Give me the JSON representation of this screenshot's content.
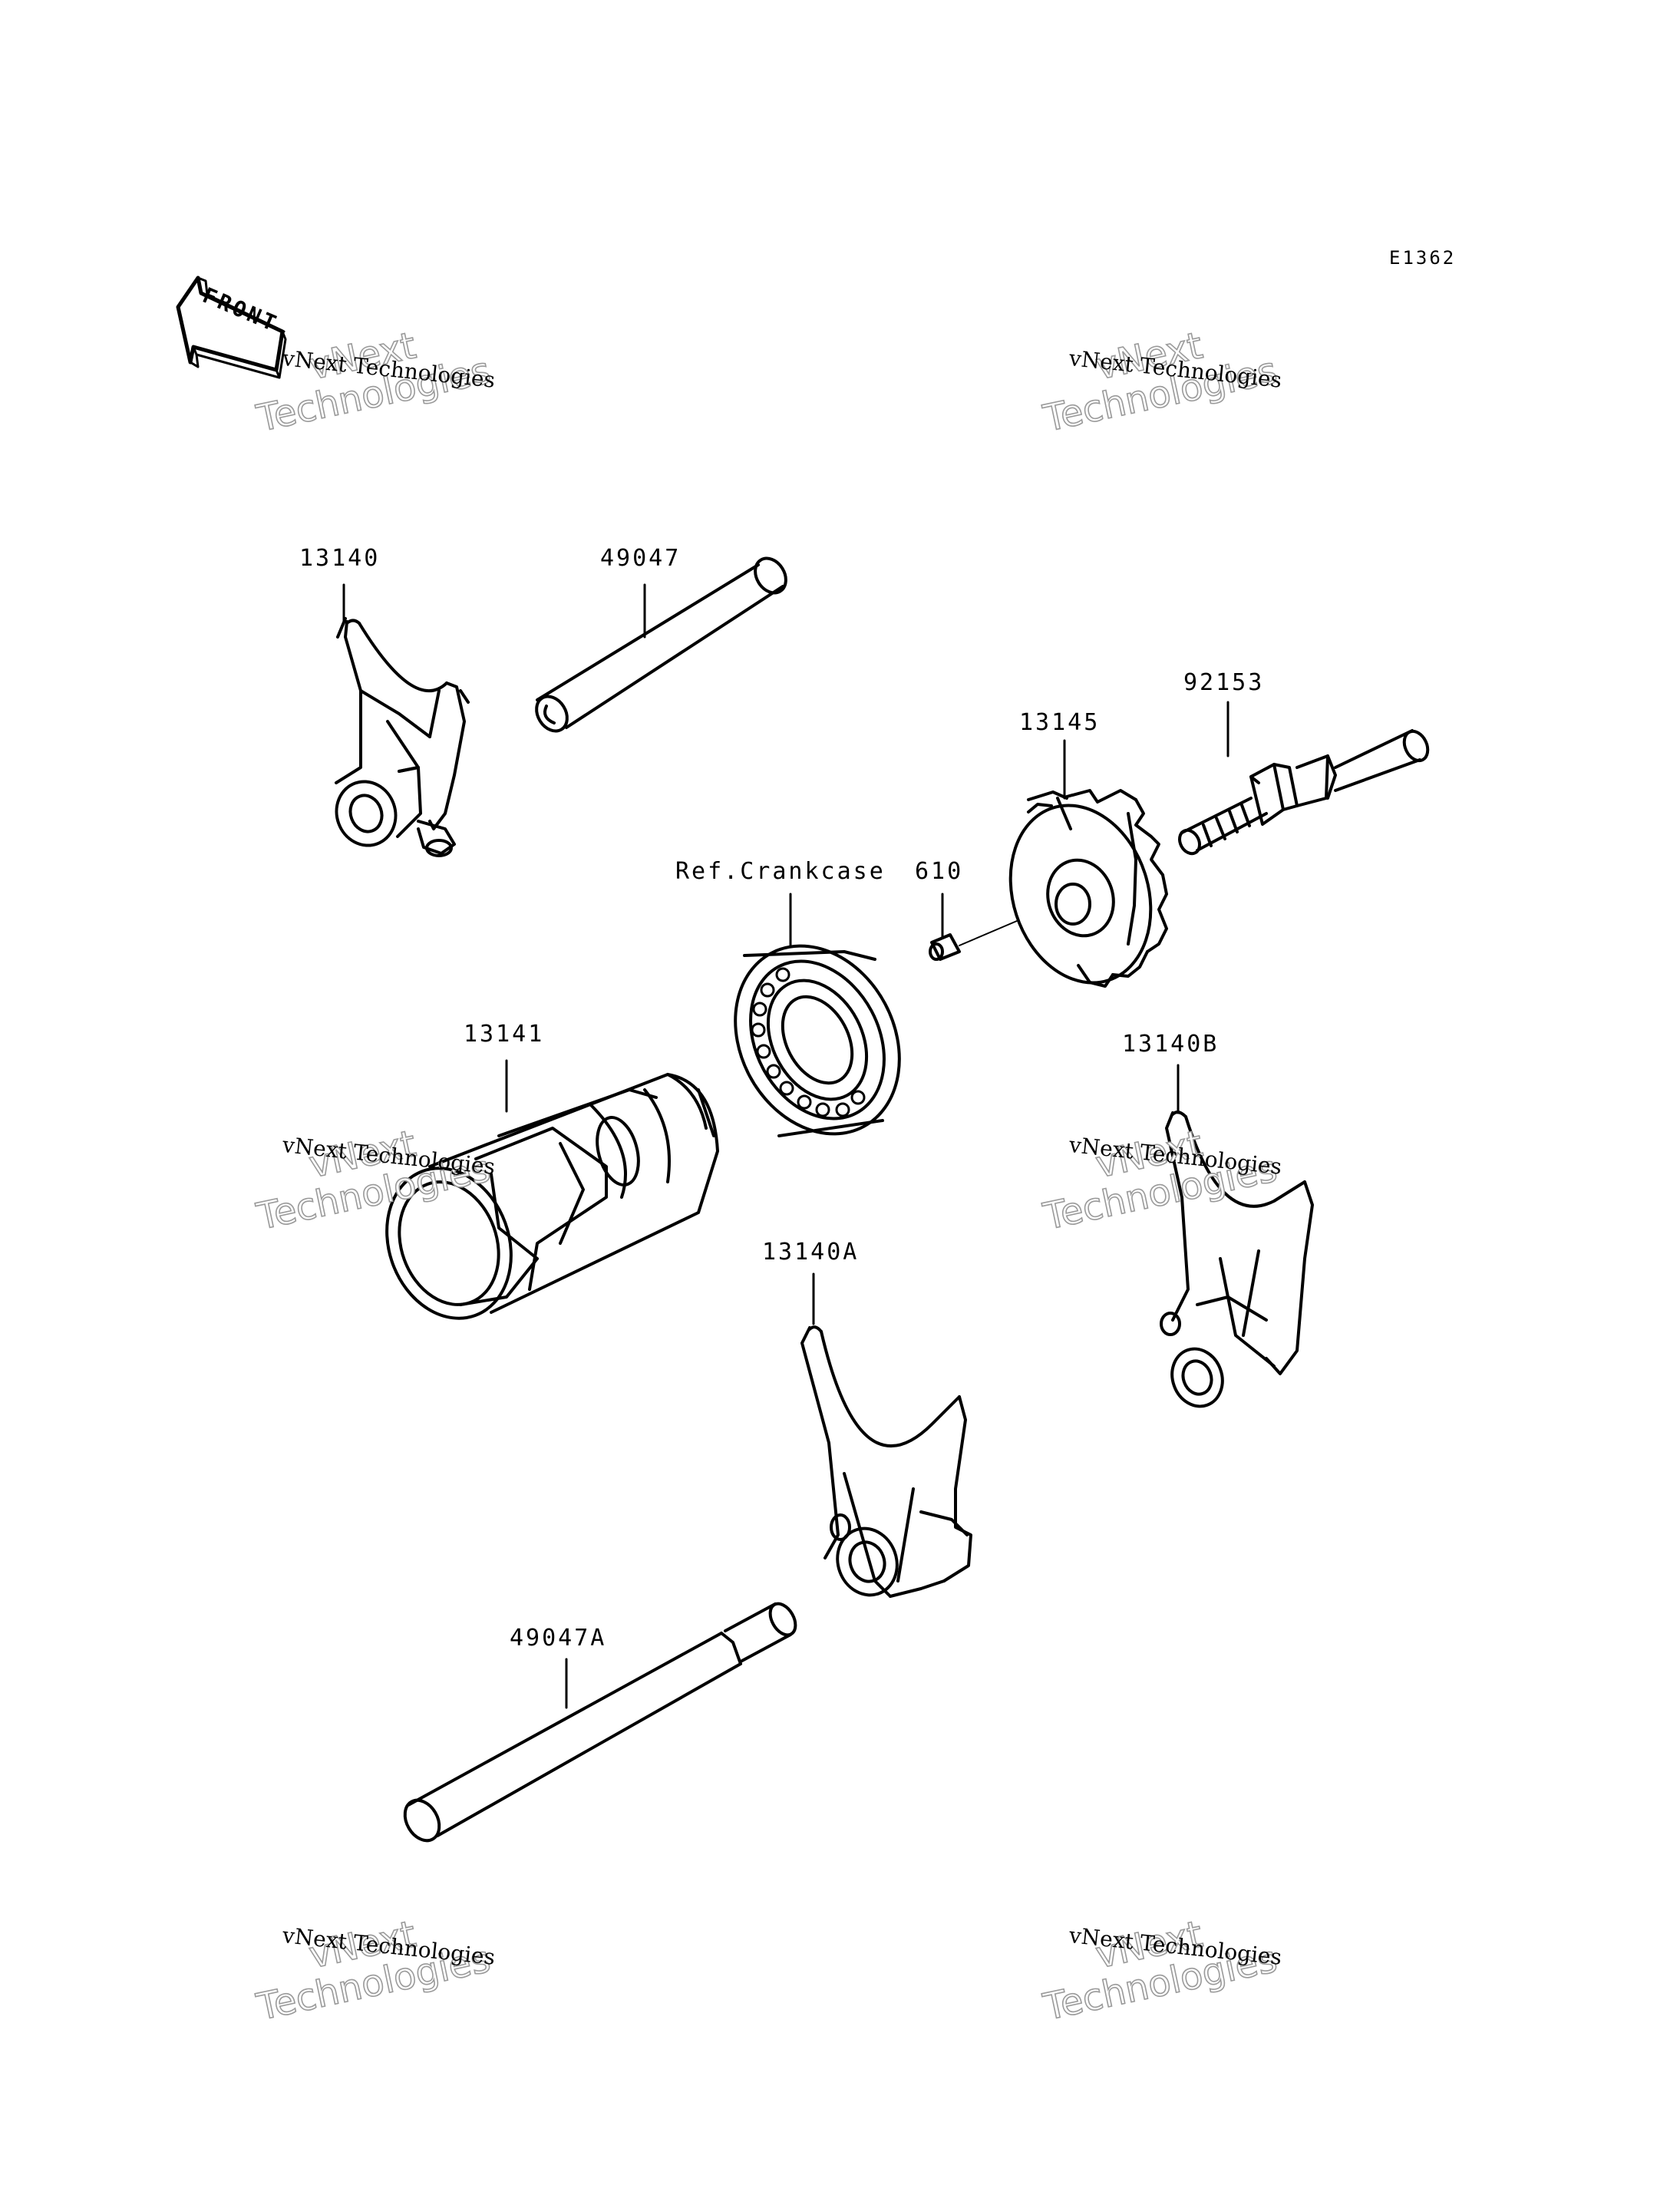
{
  "diagram_code": "E1362",
  "front_label": "FRONT",
  "watermark": {
    "caption": "vNext Technologies",
    "line1": "vNext",
    "line2": "Technologies"
  },
  "parts": {
    "fork_13140": "13140",
    "shaft_49047": "49047",
    "bolt_92153": "92153",
    "cam_13145": "13145",
    "crankcase_ref": "Ref.Crankcase",
    "pin_610": "610",
    "drum_13141": "13141",
    "fork_13140B": "13140B",
    "fork_13140A": "13140A",
    "shaft_49047A": "49047A"
  }
}
